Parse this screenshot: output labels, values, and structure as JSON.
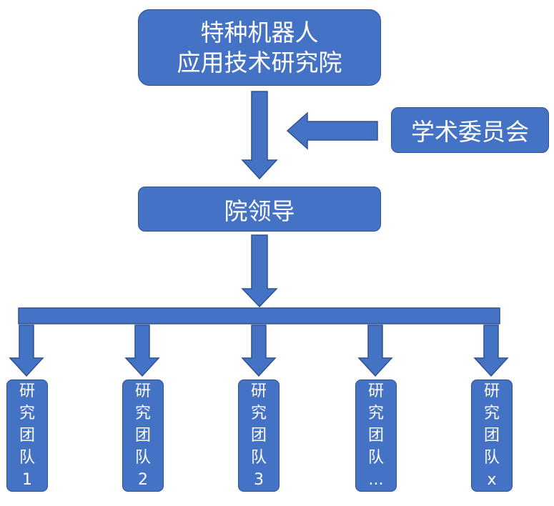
{
  "institute": {
    "line1": "特种机器人",
    "line2": "应用技术研究院"
  },
  "committee": "学术委员会",
  "leadership": "院领导",
  "teams": [
    {
      "chars": [
        "研",
        "究",
        "团",
        "队"
      ],
      "id": "1"
    },
    {
      "chars": [
        "研",
        "究",
        "团",
        "队"
      ],
      "id": "2"
    },
    {
      "chars": [
        "研",
        "究",
        "团",
        "队"
      ],
      "id": "3"
    },
    {
      "chars": [
        "研",
        "究",
        "团",
        "队"
      ],
      "id": "..."
    },
    {
      "chars": [
        "研",
        "究",
        "团",
        "队"
      ],
      "id": "x"
    }
  ],
  "colors": {
    "fill": "#4472c4",
    "stroke": "#2f528f",
    "text": "#ffffff"
  }
}
